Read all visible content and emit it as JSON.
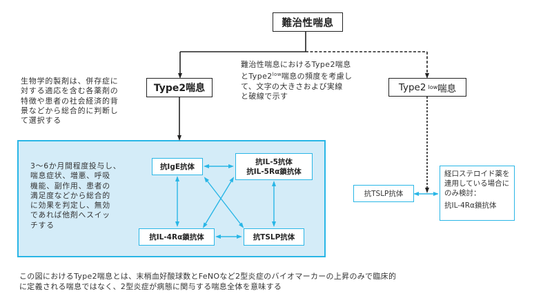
{
  "title": "難治性喘息",
  "branches": {
    "type2": {
      "label": "Type2喘息"
    },
    "type2low": {
      "prefix": "Type2",
      "sup": "low",
      "suffix": "喘息"
    }
  },
  "notes": {
    "left": [
      "生物学的製剤は、併存症に",
      "対する適応を含む各薬剤の",
      "特徴や患者の社会経済的背",
      "景などから総合的に判断し",
      "て選択する"
    ],
    "center": [
      "難治性喘息におけるType2喘息",
      "とType2ˡᵒʷ喘息の頻度を考慮し",
      "て、文字の大きさおよび実線",
      "と破線で示す"
    ],
    "center_line2_parts": {
      "a": "とType2",
      "sup": "low",
      "b": "喘息の頻度を考慮し"
    }
  },
  "panel": {
    "text": [
      "3〜6か月間程度投与し、",
      "喘息症状、増悪、呼吸",
      "機能、副作用、患者の",
      "満足度などから総合的",
      "に効果を判定し、無効",
      "であれば他剤へスイッ",
      "チする"
    ],
    "drugs": {
      "ige": "抗IgE抗体",
      "il5_line1": "抗IL-5抗体",
      "il5_line2": "抗IL-5Rα鎖抗体",
      "il4r": "抗IL-4Rα鎖抗体",
      "tslp": "抗TSLP抗体"
    }
  },
  "type2low_options": {
    "tslp": "抗TSLP抗体",
    "ocs_note": [
      "経口ステロイド薬を",
      "連用している場合に",
      "のみ検討："
    ],
    "il4r": "抗IL-4Rα鎖抗体"
  },
  "footnote": [
    "この図におけるType2喘息とは、末梢血好酸球数とFeNOなど2型炎症のバイオマーカーの上昇のみで臨床的",
    "に定義される喘息ではなく、2型炎症が病態に関与する喘息全体を意味する"
  ],
  "colors": {
    "accent": "#29b6e6",
    "panel_fill": "#d4ecf8",
    "line": "#222222"
  }
}
